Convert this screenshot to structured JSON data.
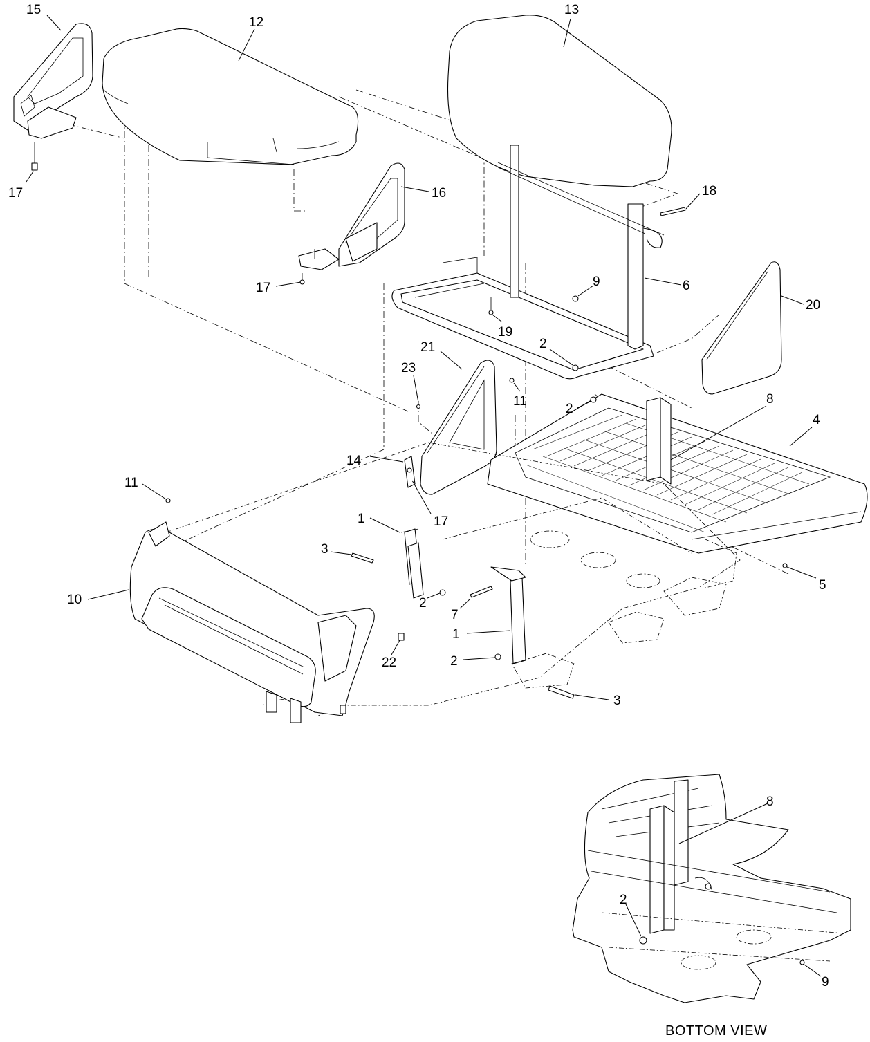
{
  "callouts": [
    {
      "id": "c15",
      "label": "15"
    },
    {
      "id": "c12",
      "label": "12"
    },
    {
      "id": "c13",
      "label": "13"
    },
    {
      "id": "c17a",
      "label": "17"
    },
    {
      "id": "c16",
      "label": "16"
    },
    {
      "id": "c18",
      "label": "18"
    },
    {
      "id": "c17b",
      "label": "17"
    },
    {
      "id": "c9a",
      "label": "9"
    },
    {
      "id": "c6",
      "label": "6"
    },
    {
      "id": "c20",
      "label": "20"
    },
    {
      "id": "c19",
      "label": "19"
    },
    {
      "id": "c2a",
      "label": "2"
    },
    {
      "id": "c21",
      "label": "21"
    },
    {
      "id": "c23",
      "label": "23"
    },
    {
      "id": "c11a",
      "label": "11"
    },
    {
      "id": "c2b",
      "label": "2"
    },
    {
      "id": "c8a",
      "label": "8"
    },
    {
      "id": "c4",
      "label": "4"
    },
    {
      "id": "c14",
      "label": "14"
    },
    {
      "id": "c17c",
      "label": "17"
    },
    {
      "id": "c11b",
      "label": "11"
    },
    {
      "id": "c1a",
      "label": "1"
    },
    {
      "id": "c3a",
      "label": "3"
    },
    {
      "id": "c5",
      "label": "5"
    },
    {
      "id": "c10",
      "label": "10"
    },
    {
      "id": "c2c",
      "label": "2"
    },
    {
      "id": "c7",
      "label": "7"
    },
    {
      "id": "c1b",
      "label": "1"
    },
    {
      "id": "c22",
      "label": "22"
    },
    {
      "id": "c2d",
      "label": "2"
    },
    {
      "id": "c3b",
      "label": "3"
    },
    {
      "id": "c8b",
      "label": "8"
    },
    {
      "id": "c2e",
      "label": "2"
    },
    {
      "id": "c9b",
      "label": "9"
    }
  ],
  "views": {
    "bottom_view_label": "BOTTOM VIEW"
  }
}
